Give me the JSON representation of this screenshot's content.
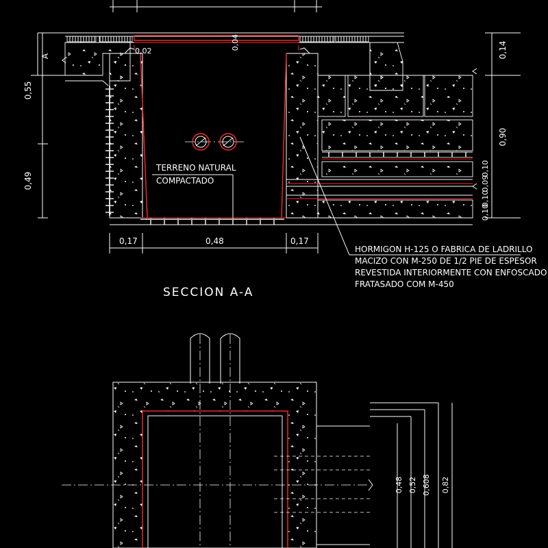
{
  "section": {
    "title": "SECCION A-A",
    "section_marker": "A",
    "labels": {
      "terrain_line1": "TERRENO NATURAL",
      "terrain_line2": "COMPACTADO",
      "note_line1": "HORMIGON H-125 O FABRICA DE LADRILLO",
      "note_line2": "MACIZO CON M-250 DE 1/2 PIE DE ESPESOR",
      "note_line3": "REVESTIDA INTERIORMENTE CON ENFOSCADO",
      "note_line4": "FRATASADO COM M-450"
    },
    "dims": {
      "h_055": "0,55",
      "h_049": "0,49",
      "w_017_left": "0,17",
      "w_048": "0,48",
      "w_017_right": "0,17",
      "lip_002": "0,02",
      "lip_004": "0,04",
      "r_014": "0,14",
      "r_090": "0,90",
      "r_010a": "0,10",
      "r_009": "0,09",
      "r_010b": "0,10",
      "r_010c": "0,10"
    }
  },
  "plan": {
    "dims": {
      "d_048": "0,48",
      "d_052": "0,52",
      "d_0608": "0,608",
      "d_082": "0,82"
    }
  }
}
